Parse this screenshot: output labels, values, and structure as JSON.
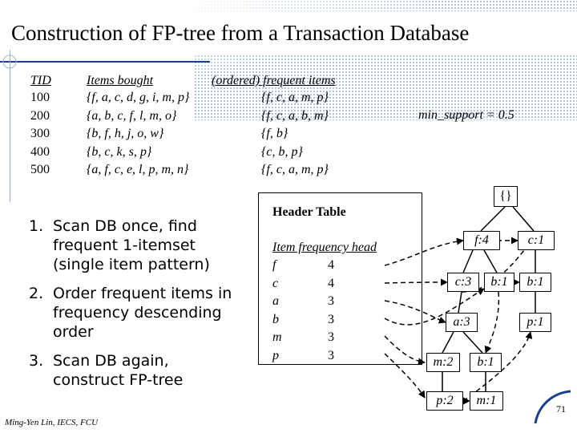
{
  "title": "Construction of FP-tree from a Transaction Database",
  "transactions": {
    "headers": {
      "tid": "TID",
      "items": "Items bought",
      "ordered": "(ordered) frequent items"
    },
    "rows": [
      {
        "tid": "100",
        "items": "{f, a, c, d, g, i, m, p}",
        "ordered": "{f, c, a, m, p}"
      },
      {
        "tid": "200",
        "items": "{a, b, c, f, l, m, o}",
        "ordered": "{f, c, a, b, m}"
      },
      {
        "tid": "300",
        "items": "{b, f, h, j, o, w}",
        "ordered": "{f, b}"
      },
      {
        "tid": "400",
        "items": "{b, c, k, s, p}",
        "ordered": "{c, b, p}"
      },
      {
        "tid": "500",
        "items": "{a, f, c, e, l, p, m, n}",
        "ordered": "{f, c, a, m, p}"
      }
    ]
  },
  "min_support": "min_support = 0.5",
  "steps": [
    {
      "num": "1.",
      "text": "Scan DB once, find\nfrequent 1-itemset\n(single item pattern)"
    },
    {
      "num": "2.",
      "text": "Order frequent items in\nfrequency descending\norder"
    },
    {
      "num": "3.",
      "text": "Scan DB again,\nconstruct FP-tree"
    }
  ],
  "header_table": {
    "title": "Header Table",
    "column_header": "Item  frequency  head",
    "items": [
      {
        "item": "f",
        "frequency": "4"
      },
      {
        "item": "c",
        "frequency": "4"
      },
      {
        "item": "a",
        "frequency": "3"
      },
      {
        "item": "b",
        "frequency": "3"
      },
      {
        "item": "m",
        "frequency": "3"
      },
      {
        "item": "p",
        "frequency": "3"
      }
    ]
  },
  "tree": {
    "root": "{}",
    "nodes": {
      "f4": "f:4",
      "c1": "c:1",
      "c3": "c:3",
      "b1a": "b:1",
      "b1b": "b:1",
      "a3": "a:3",
      "p1": "p:1",
      "m2": "m:2",
      "b1c": "b:1",
      "p2": "p:2",
      "m1": "m:1"
    }
  },
  "footer": {
    "author": "Ming-Yen Lin, IECS, FCU",
    "slide_number": "71"
  },
  "colors": {
    "title_rule": "#1d3f8a",
    "dots": "#7fa7d3",
    "corner_arc": "#1d3f8a"
  }
}
